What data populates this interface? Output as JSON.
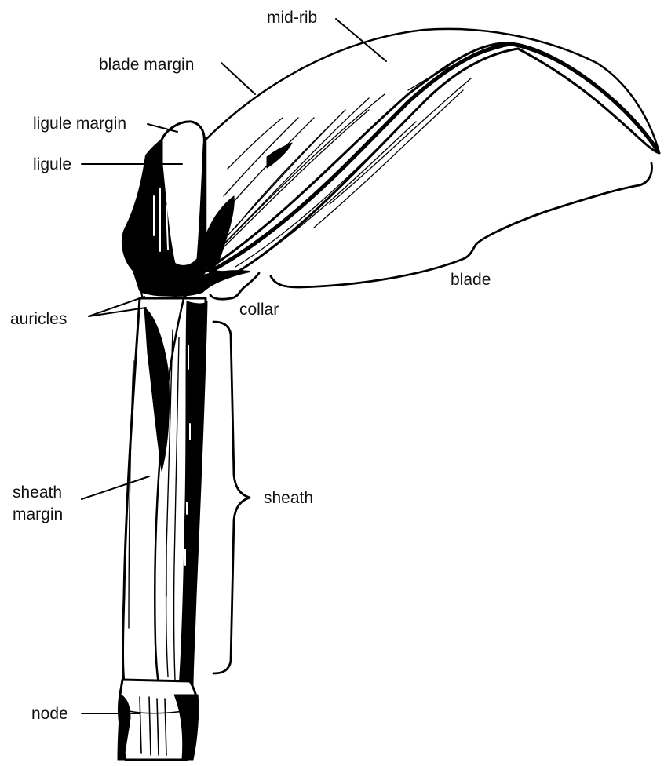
{
  "labels": {
    "mid_rib": "mid-rib",
    "blade_margin": "blade margin",
    "ligule_margin": "ligule margin",
    "ligule": "ligule",
    "auricles": "auricles",
    "collar": "collar",
    "blade": "blade",
    "sheath_margin_line1": "sheath",
    "sheath_margin_line2": "margin",
    "sheath": "sheath",
    "node": "node"
  },
  "colors": {
    "ink": "#000000",
    "paper": "#ffffff",
    "text": "#111111"
  }
}
